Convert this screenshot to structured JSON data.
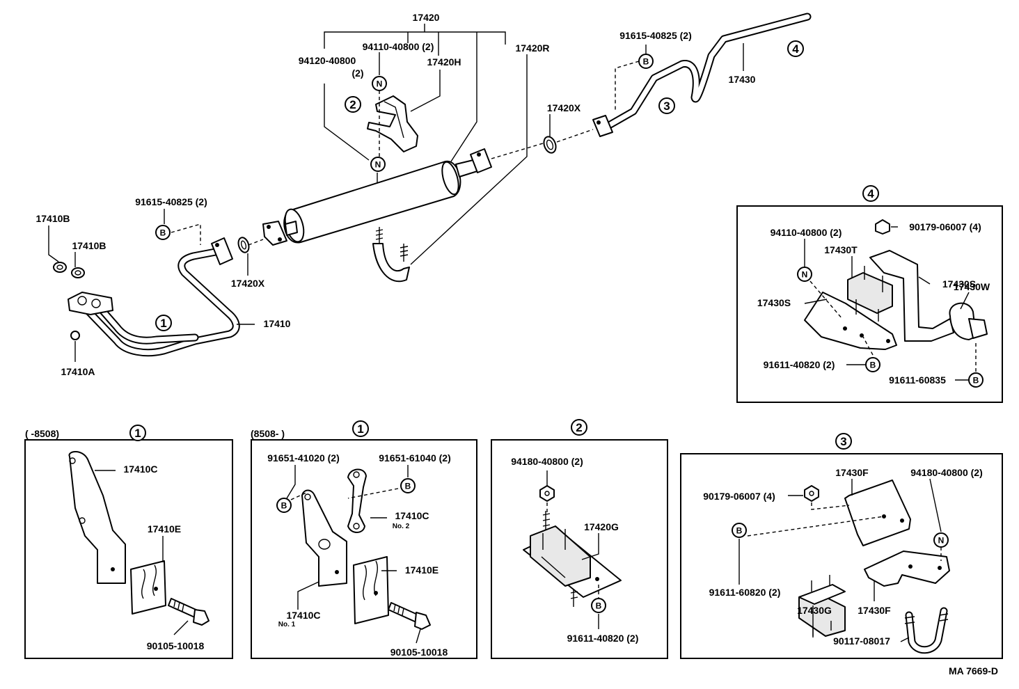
{
  "labels": {
    "l17420": "17420",
    "l94110_top": "94110-40800 (2)",
    "l94120": "94120-40800",
    "l94120_qty": "(2)",
    "l17420H": "17420H",
    "l17420R": "17420R",
    "l91615_top": "91615-40825 (2)",
    "l17430": "17430",
    "l17420X_top": "17420X",
    "l17410B_a": "17410B",
    "l17410B_b": "17410B",
    "l91615_left": "91615-40825 (2)",
    "l17420X_bot": "17420X",
    "l17410": "17410",
    "l17410A": "17410A",
    "b4_94110": "94110-40800 (2)",
    "b4_90179": "90179-06007 (4)",
    "b4_17430T": "17430T",
    "b4_17430S_r": "17430S",
    "b4_17430W": "17430W",
    "b4_17430S_l": "17430S",
    "b4_91611_40820": "91611-40820 (2)",
    "b4_91611_60835": "91611-60835",
    "s1_range": "(       -8508)",
    "s1_17410C": "17410C",
    "s1_17410E": "17410E",
    "s1_90105": "90105-10018",
    "s2_range": "(8508-        )",
    "s2_91651_41020": "91651-41020 (2)",
    "s2_91651_61040": "91651-61040 (2)",
    "s2_17410C_no2": "17410C",
    "s2_no2": "No. 2",
    "s2_17410E": "17410E",
    "s2_17410C_no1": "17410C",
    "s2_no1": "No. 1",
    "s2_90105": "90105-10018",
    "s3_94180": "94180-40800 (2)",
    "s3_17420G": "17420G",
    "s3_91611": "91611-40820 (2)",
    "s4_17430F_top": "17430F",
    "s4_94180": "94180-40800 (2)",
    "s4_90179": "90179-06007 (4)",
    "s4_91611": "91611-60820 (2)",
    "s4_17430G": "17430G",
    "s4_17430F_bot": "17430F",
    "s4_90117": "90117-08017",
    "ref": "MA 7669-D"
  },
  "callouts": {
    "c1": "1",
    "c2": "2",
    "c3": "3",
    "c4": "4"
  },
  "fastener_symbols": {
    "bolt": "B",
    "nut": "N"
  }
}
